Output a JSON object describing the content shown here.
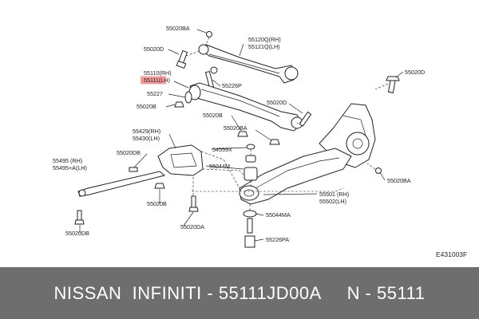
{
  "labels": {
    "l55020ba_top": "55020BA",
    "l55120q": "55120Q(RH)",
    "l55121q": "55121Q(LH)",
    "l55020d_left": "55020D",
    "l55020d_right": "55020D",
    "l55110": "55110(RH)",
    "l55111": "55111(LH)",
    "l55226p": "55226P",
    "l55227": "55227",
    "l55020b_a": "55020B",
    "l55020d_mid": "55020D",
    "l55429": "55429(RH)",
    "l55430": "55430(LH)",
    "l55020b_b": "55020B",
    "l55020ba_mid": "55020BA",
    "l54559x": "54559X",
    "l55495": "55495  (RH)",
    "l55495a": "55495+A(LH)",
    "l55020db_a": "55020DB",
    "l55044m": "55044M",
    "l55020ba_right": "55020BA",
    "l55501": "55501 (RH)",
    "l55502": "55502(LH)",
    "l55020b_c": "55020B",
    "l55044ma": "55044MA",
    "l55020da": "55020DA",
    "l55020db_b": "55020DB",
    "l55226pa": "55226PA",
    "diagram_code": "E431003F"
  },
  "footer": {
    "text": "NISSAN  INFINITI - 55111JD00A     N - 55111"
  },
  "colors": {
    "highlight": "#f28b8b",
    "footer_bg": "#6e6e6e"
  }
}
